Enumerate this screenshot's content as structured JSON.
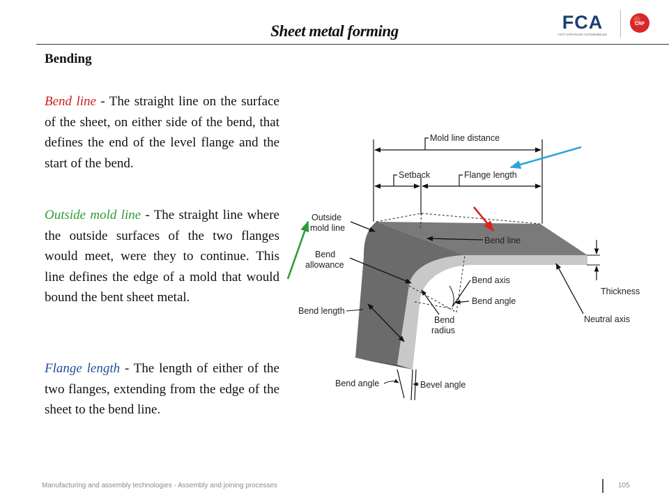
{
  "slide": {
    "title": "Sheet metal forming",
    "section": "Bending",
    "footer": "Manufacturing and assembly technologies - Assembly and joining processes",
    "page_number": "105"
  },
  "logos": {
    "fca_text": "FCA",
    "fca_subtext": "FIAT CHRYSLER AUTOMOBILES",
    "crf_text": "CRF"
  },
  "definitions": [
    {
      "term": "Bend line",
      "text": "The straight line on the surface of the sheet, on either side of the bend, that defines the end of the level flange and the start of the bend.",
      "color": "#cc1f1f"
    },
    {
      "term": "Outside mold line",
      "text": "The straight line where the outside surfaces of the two flanges would meet, were they to continue. This line defines the edge of a mold that would bound the bent sheet metal.",
      "color": "#2e9b38"
    },
    {
      "term": "Flange length",
      "text": "The length of either of the two flanges, extending from the edge of the sheet to the bend line.",
      "color": "#1f4e9a"
    }
  ],
  "separator": "-",
  "diagram": {
    "labels": {
      "mold_line_distance": "Mold line distance",
      "setback": "Setback",
      "flange_length": "Flange length",
      "outside_mold_line_1": "Outside",
      "outside_mold_line_2": "mold line",
      "bend_line": "Bend line",
      "bend_allowance_1": "Bend",
      "bend_allowance_2": "allowance",
      "bend_axis": "Bend axis",
      "bend_angle_inner": "Bend angle",
      "thickness": "Thickness",
      "bend_length": "Bend length",
      "bend_radius_1": "Bend",
      "bend_radius_2": "radius",
      "neutral_axis": "Neutral axis",
      "bend_angle_bottom": "Bend angle",
      "bevel_angle": "Bevel angle"
    },
    "arrow_colors": {
      "flange_length": "#2ea3dc",
      "bend_line": "#e02020",
      "outside_mold_line": "#2e9b38"
    }
  }
}
